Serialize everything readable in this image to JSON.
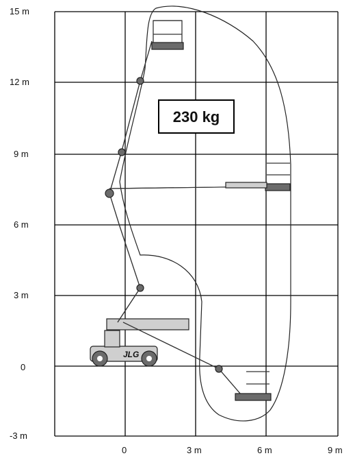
{
  "diagram": {
    "capacity_label": "230 kg",
    "y_ticks": [
      "15 m",
      "12 m",
      "9 m",
      "6 m",
      "3 m",
      "0",
      "-3 m"
    ],
    "x_ticks": [
      "0",
      "3 m",
      "6 m",
      "9 m"
    ],
    "brand_mark": "JLG"
  }
}
